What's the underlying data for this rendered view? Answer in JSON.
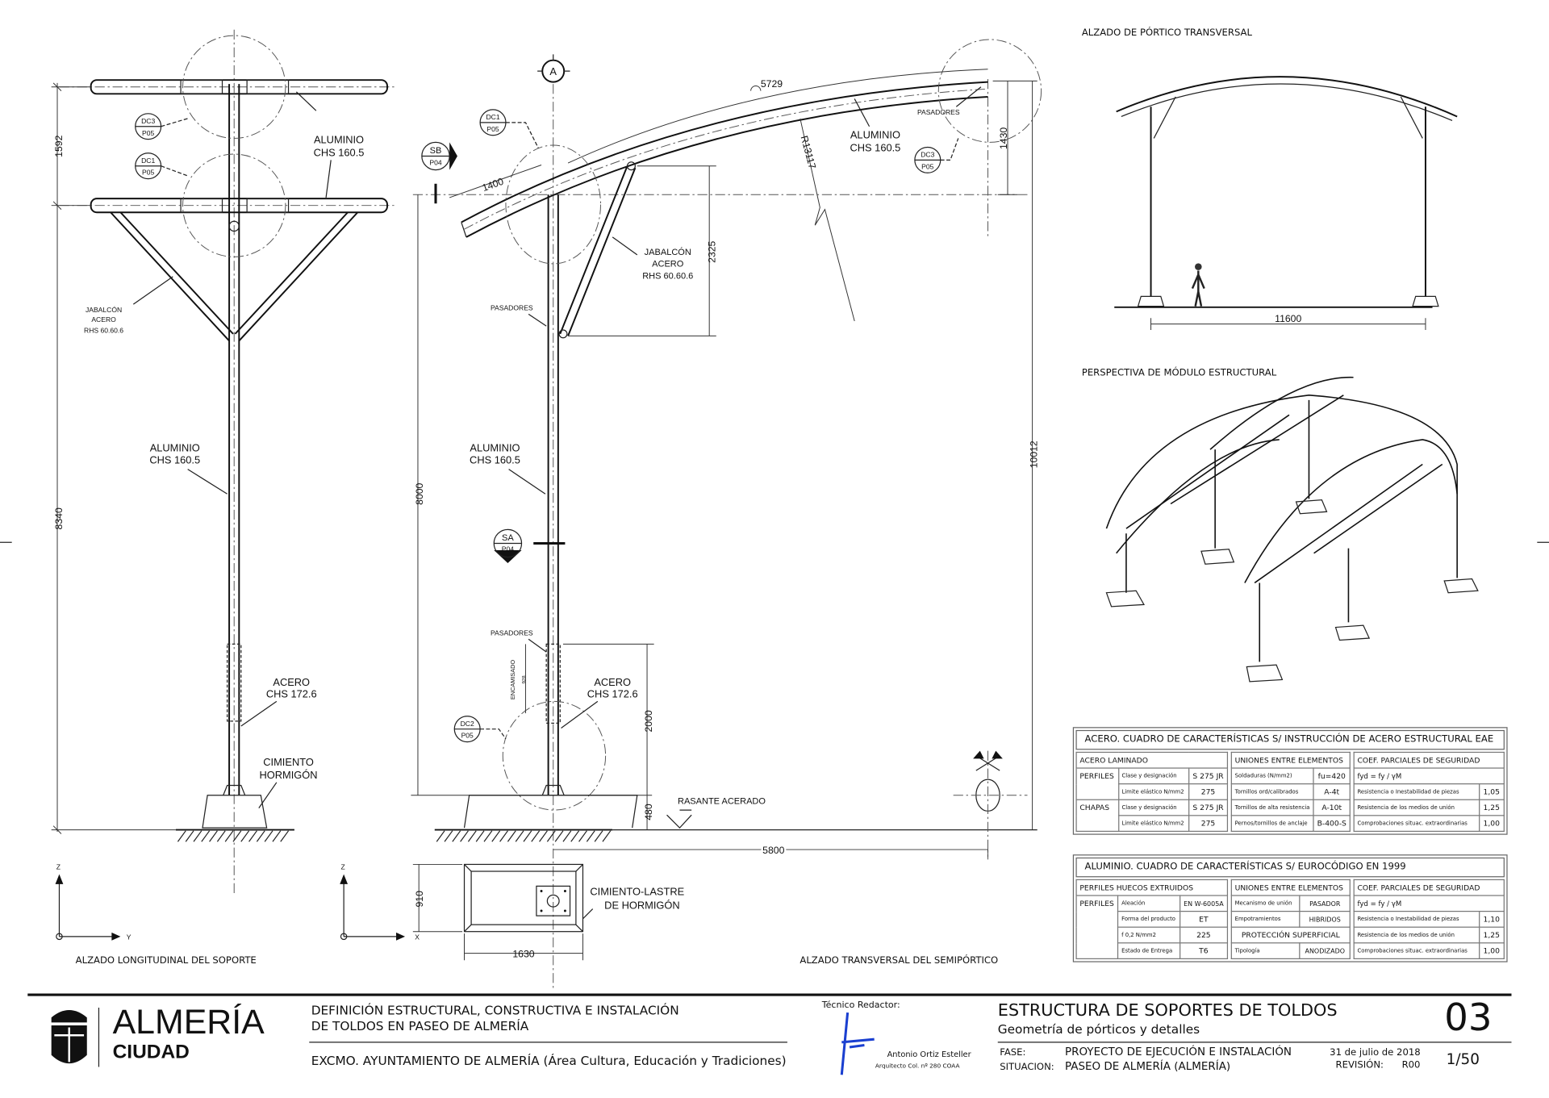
{
  "left_view": {
    "title": "ALZADO LONGITUDINAL DEL SOPORTE",
    "dims": {
      "top": "1592",
      "height": "8340"
    },
    "callouts": [
      {
        "top": "DC3",
        "bottom": "P05"
      },
      {
        "top": "DC1",
        "bottom": "P05"
      }
    ],
    "labels": {
      "aluminio_top": [
        "ALUMINIO",
        "CHS 160.5"
      ],
      "jabalcon": [
        "JABALCÓN",
        "ACERO",
        "RHS 60.60.6"
      ],
      "aluminio_mid": [
        "ALUMINIO",
        "CHS 160.5"
      ],
      "acero": [
        "ACERO",
        "CHS 172.6"
      ],
      "cimiento": [
        "CIMIENTO",
        "HORMIGÓN"
      ]
    },
    "axes": {
      "z": "Z",
      "y": "Y"
    }
  },
  "middle_view": {
    "title": "ALZADO TRANSVERSAL DEL SEMIPÓRTICO",
    "grid_marker": "A",
    "dims": {
      "arc": "5729",
      "cantilever": "1400",
      "radius": "R13117",
      "rise": "1430",
      "brace": "2325",
      "pole": "8000",
      "total": "10012",
      "sleeve_zone": "2000",
      "base": "480",
      "span": "5800",
      "sleeve": "928",
      "plan_w": "910",
      "plan_l": "1630"
    },
    "sections": [
      {
        "top": "SB",
        "bottom": "P04"
      },
      {
        "top": "SA",
        "bottom": "P04"
      }
    ],
    "callouts": [
      {
        "top": "DC1",
        "bottom": "P05"
      },
      {
        "top": "DC3",
        "bottom": "P05"
      },
      {
        "top": "DC2",
        "bottom": "P05"
      }
    ],
    "labels": {
      "aluminio_arch": [
        "ALUMINIO",
        "CHS 160.5"
      ],
      "pasadores": "PASADORES",
      "jabalcon": [
        "JABALCÓN",
        "ACERO",
        "RHS 60.60.6"
      ],
      "aluminio_pole": [
        "ALUMINIO",
        "CHS 160.5"
      ],
      "encamisado": "ENCAMISADO",
      "acero": [
        "ACERO",
        "CHS 172.6"
      ],
      "rasante": "RASANTE ACERADO",
      "cimiento_lastre": [
        "CIMIENTO-LASTRE",
        "DE HORMIGÓN"
      ]
    },
    "axes": {
      "z": "Z",
      "x": "X"
    }
  },
  "right_views": {
    "portico_title": "ALZADO DE PÓRTICO TRANSVERSAL",
    "portico_span": "11600",
    "perspective_title": "PERSPECTIVA DE MÓDULO ESTRUCTURAL"
  },
  "steel_table": {
    "title": "ACERO. CUADRO DE CARACTERÍSTICAS S/ INSTRUCCIÓN DE ACERO ESTRUCTURAL EAE",
    "section1": {
      "header": "ACERO LAMINADO",
      "groups": [
        {
          "name": "PERFILES",
          "rows": [
            [
              "Clase y designación",
              "S 275 JR"
            ],
            [
              "Limite elástico N/mm2",
              "275"
            ]
          ]
        },
        {
          "name": "CHAPAS",
          "rows": [
            [
              "Clase y designación",
              "S 275 JR"
            ],
            [
              "Limite elástico N/mm2",
              "275"
            ]
          ]
        }
      ]
    },
    "section2": {
      "header": "UNIONES ENTRE ELEMENTOS",
      "rows": [
        [
          "Soldaduras (N/mm2)",
          "fu=420"
        ],
        [
          "Tornillos ord/calibrados",
          "A-4t"
        ],
        [
          "Tornillos de alta resistencia",
          "A-10t"
        ],
        [
          "Pernos/tornillos de anclaje",
          "B-400-S"
        ]
      ]
    },
    "section3": {
      "header": "COEF. PARCIALES DE SEGURIDAD",
      "formula": "fyd = fy / γM",
      "rows": [
        [
          "Resistencia o Inestabilidad de piezas",
          "1,05"
        ],
        [
          "Resistencia de los medios de unión",
          "1,25"
        ],
        [
          "Comprobaciones situac. extraordinarias",
          "1,00"
        ]
      ]
    }
  },
  "aluminium_table": {
    "title": "ALUMINIO. CUADRO DE CARACTERÍSTICAS S/ EUROCÓDIGO EN 1999",
    "section1": {
      "header": "PERFILES HUECOS EXTRUIDOS",
      "group": "PERFILES",
      "rows": [
        [
          "Aleación",
          "EN W-6005A"
        ],
        [
          "Forma del producto",
          "ET"
        ],
        [
          "f 0,2 N/mm2",
          "225"
        ],
        [
          "Estado de Entrega",
          "T6"
        ]
      ]
    },
    "section2": {
      "header": "UNIONES ENTRE ELEMENTOS",
      "rows": [
        [
          "Mecanismo de unión",
          "PASADOR"
        ],
        [
          "Empotramientos",
          "HIBRIDOS"
        ]
      ],
      "sub_header": "PROTECCIÓN SUPERFICIAL",
      "rows2": [
        [
          "Tipología",
          "ANODIZADO"
        ]
      ]
    },
    "section3": {
      "header": "COEF. PARCIALES DE SEGURIDAD",
      "formula": "fyd = fy / γM",
      "rows": [
        [
          "Resistencia o Inestabilidad de piezas",
          "1,10"
        ],
        [
          "Resistencia de los medios de unión",
          "1,25"
        ],
        [
          "Comprobaciones situac. extraordinarias",
          "1,00"
        ]
      ]
    }
  },
  "title_block": {
    "logo": {
      "name": "ALMERÍA",
      "sub": "CIUDAD"
    },
    "project": [
      "DEFINICIÓN ESTRUCTURAL, CONSTRUCTIVA E INSTALACIÓN",
      "DE TOLDOS EN PASEO DE ALMERÍA"
    ],
    "client": "EXCMO. AYUNTAMIENTO DE ALMERÍA (Área Cultura, Educación y Tradiciones)",
    "author_label": "Técnico Redactor:",
    "author_name": "Antonio Ortiz Esteller",
    "author_reg": "Arquitecto Col. nº 280 COAA",
    "sheet_title": "ESTRUCTURA DE SOPORTES DE TOLDOS",
    "sheet_subtitle": "Geometría de pórticos y detalles",
    "sheet_number": "03",
    "fase_label": "FASE:",
    "fase": "PROYECTO DE EJECUCIÓN E INSTALACIÓN",
    "situacion_label": "SITUACION:",
    "situacion": "PASEO DE ALMERÍA (ALMERÍA)",
    "date": "31 de julio de 2018",
    "revision_label": "REVISIÓN:",
    "revision": "R00",
    "scale": "1/50"
  }
}
